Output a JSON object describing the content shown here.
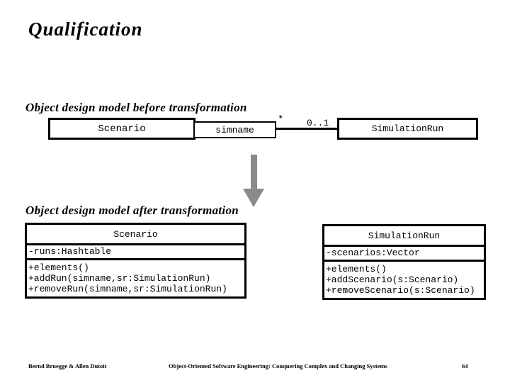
{
  "slide": {
    "title": "Qualification"
  },
  "before": {
    "heading": "Object design model before transformation",
    "scenario_class": "Scenario",
    "qualifier": "simname",
    "multiplicity_many": "*",
    "multiplicity_range": "0..1",
    "simulationrun_class": "SimulationRun"
  },
  "after": {
    "heading": "Object design model after transformation",
    "scenario": {
      "name": "Scenario",
      "attributes": [
        "-runs:Hashtable"
      ],
      "methods": [
        "+elements()",
        "+addRun(simname,sr:SimulationRun)",
        "+removeRun(simname,sr:SimulationRun)"
      ]
    },
    "simulationrun": {
      "name": "SimulationRun",
      "attributes": [
        "-scenarios:Vector"
      ],
      "methods": [
        "+elements()",
        "+addScenario(s:Scenario)",
        "+removeScenario(s:Scenario)"
      ]
    }
  },
  "footer": {
    "authors": "Bernd Bruegge & Allen Dutoit",
    "book": "Object-Oriented Software Engineering: Conquering Complex and Changing Systems",
    "page": "64"
  },
  "colors": {
    "background": "#ffffff",
    "text": "#000000",
    "arrow": "#8a8a8a"
  }
}
